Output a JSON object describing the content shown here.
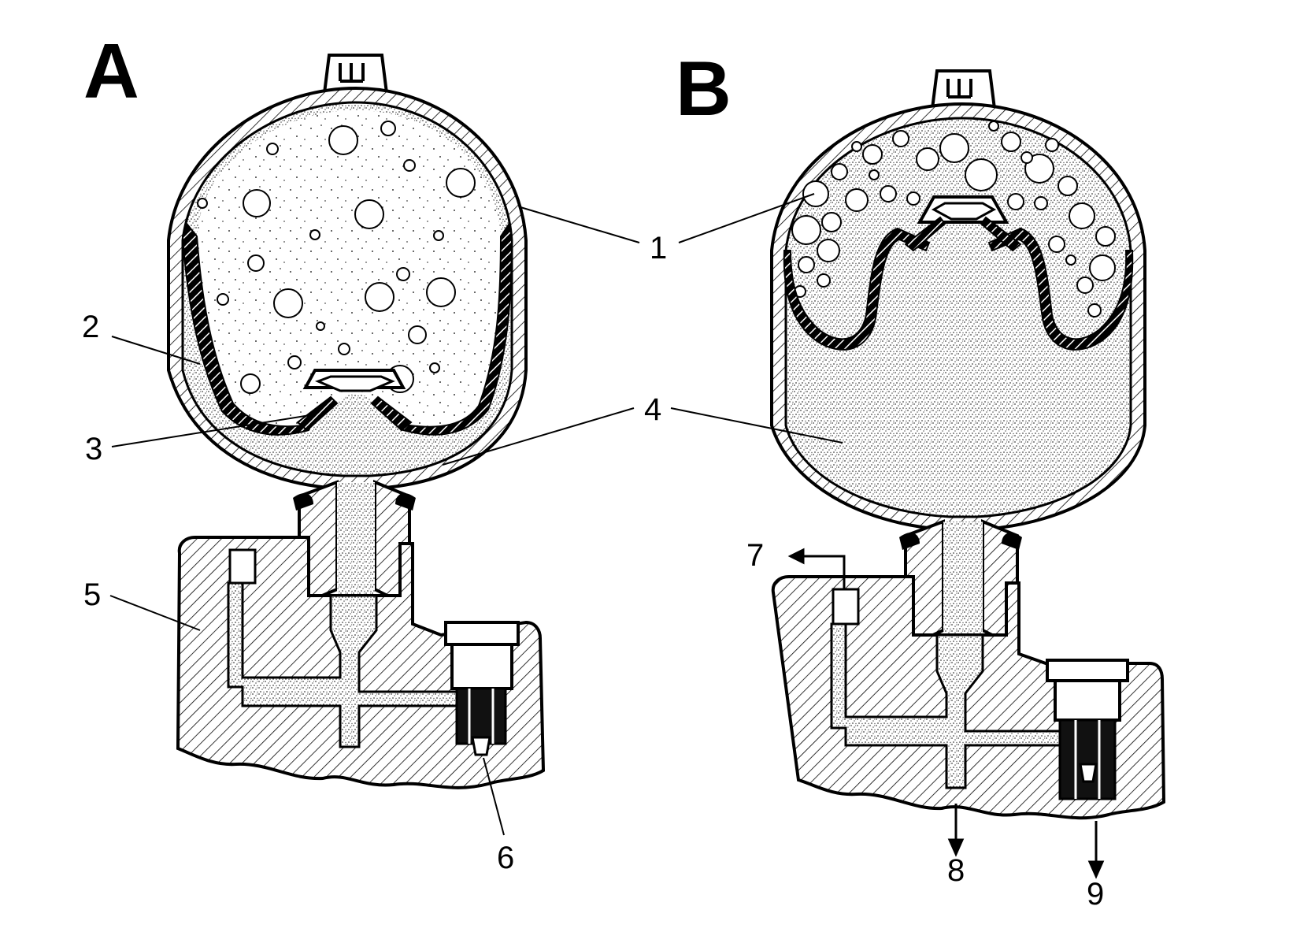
{
  "panels": [
    {
      "letter": "A"
    },
    {
      "letter": "B"
    }
  ],
  "callouts": {
    "c1": "1",
    "c2": "2",
    "c3": "3",
    "c4": "4",
    "c5": "5",
    "c6": "6",
    "c7": "7",
    "c8": "8",
    "c9": "9"
  },
  "colors": {
    "ink": "#000000",
    "paper": "#ffffff",
    "hatch": "#000000",
    "fluid_stipple": "#6f6f6f",
    "gas_dots": "#000000"
  }
}
